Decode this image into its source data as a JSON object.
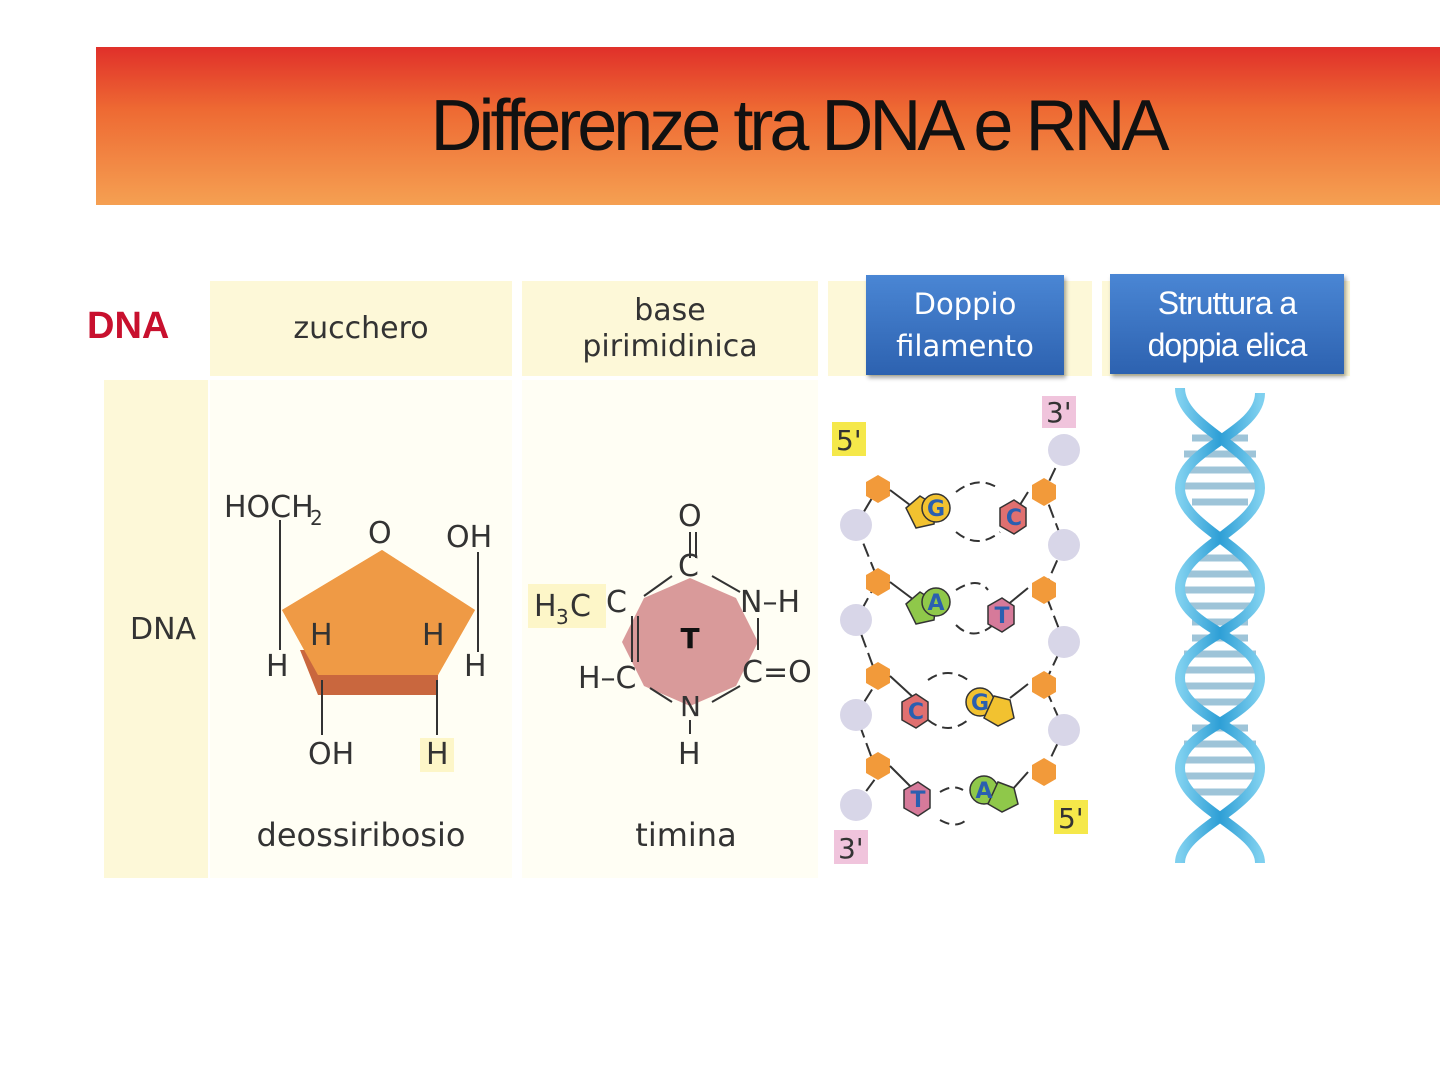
{
  "title": "Differenze tra DNA e RNA",
  "row_label": "DNA",
  "side_label": "DNA",
  "columns": {
    "sugar_header": "zucchero",
    "base_header_line1": "base",
    "base_header_line2": "pirimidinica",
    "strand_header_line1": "Doppio",
    "strand_header_line2": "filamento",
    "helix_header_line1": "Struttura a",
    "helix_header_line2": "doppia elica"
  },
  "sugar": {
    "name": "deossiribosio",
    "labels": {
      "hoch2": "HOCH",
      "sub2": "2",
      "o": "O",
      "oh_right": "OH",
      "h_inner_left": "H",
      "h_inner_right": "H",
      "h_outer_left": "H",
      "h_outer_right": "H",
      "oh_bottom": "OH",
      "h_bottom": "H"
    }
  },
  "base": {
    "name": "timina",
    "letter": "T",
    "labels": {
      "o_top": "O",
      "c_top": "C",
      "h3c": "H",
      "sub3": "3",
      "c_after_h3": "C",
      "c_left": "C",
      "nh": "N–H",
      "hc": "H–C",
      "co": "C=O",
      "n_bottom": "N",
      "h_bottom": "H",
      "dbl": "="
    }
  },
  "strand": {
    "end_top_left": "5'",
    "end_top_right": "3'",
    "end_bottom_left": "3'",
    "end_bottom_right": "5'",
    "pairs": [
      {
        "left": "G",
        "right": "C"
      },
      {
        "left": "A",
        "right": "T"
      },
      {
        "left": "C",
        "right": "G"
      },
      {
        "left": "T",
        "right": "A"
      }
    ]
  },
  "colors": {
    "banner_top": "#e0302a",
    "banner_bottom": "#f5a052",
    "dna_red": "#c8102e",
    "header_bg": "#fdf8d8",
    "blue_box": "#3a72c2",
    "sugar_fill": "#ef9a45",
    "base_fill": "#d99a9a",
    "G": "#f2c230",
    "C": "#e07070",
    "A": "#8fc84a",
    "T": "#d67a9a",
    "phosphate": "#f29a3a",
    "sugar_dot": "#d8d6e8",
    "helix": "#3aa7d8"
  }
}
